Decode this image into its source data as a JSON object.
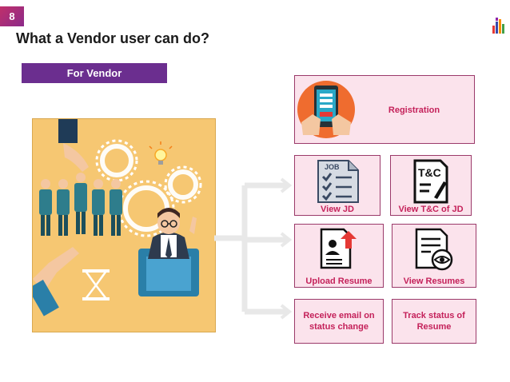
{
  "slide": {
    "page_number": "8",
    "title": "What a Vendor user can do?",
    "section_label": "For Vendor"
  },
  "cards": {
    "registration": "Registration",
    "view_jd": "View  JD",
    "view_tc": "View T&C of JD",
    "upload_resume": "Upload Resume",
    "view_resumes": "View   Resumes",
    "receive_email": "Receive email on status change",
    "track_status": "Track status of Resume"
  },
  "icon_text": {
    "job": "JOB",
    "tc": "T&C"
  },
  "icons": [
    "tablet-registration-icon",
    "job-checklist-icon",
    "tc-document-icon",
    "upload-resume-icon",
    "view-resume-icon",
    "company-logo-icon"
  ],
  "colors": {
    "accent": "#6b2e8f",
    "card_bg": "#fbe3ec",
    "card_border": "#9b3a6a",
    "card_text": "#c4215a",
    "illustration_bg": "#f6c772"
  }
}
